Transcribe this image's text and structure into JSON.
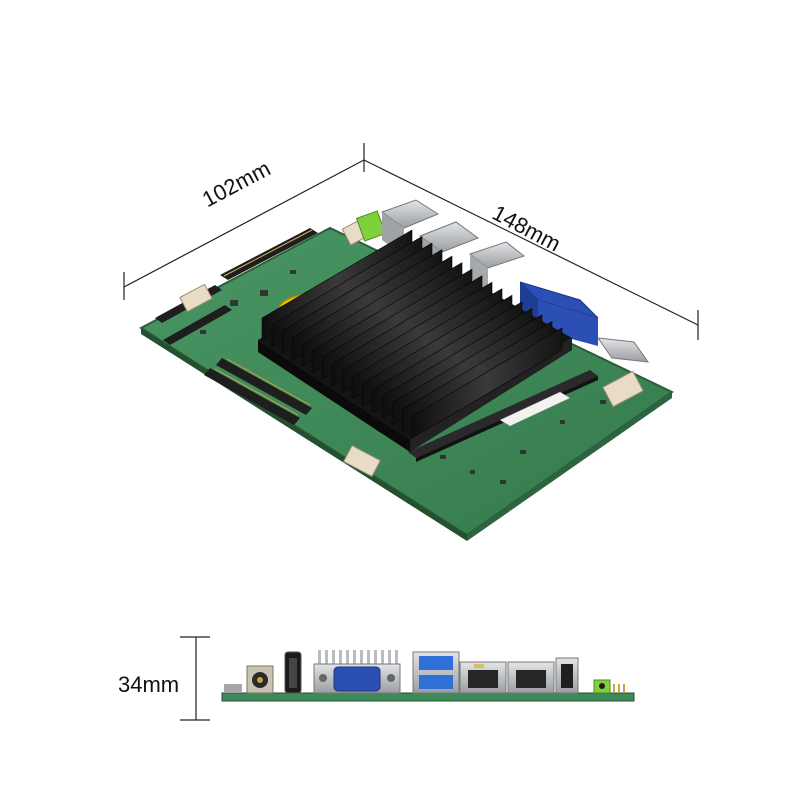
{
  "dimensions": {
    "width_label": "102mm",
    "length_label": "148mm",
    "height_label": "34mm"
  },
  "colors": {
    "pcb_green": "#3f8a5a",
    "heatsink_black": "#1c1c1c",
    "vga_blue": "#2c4fb5",
    "usb3_blue": "#2e6fd8",
    "battery_yellow": "#f2c500",
    "audio_green": "#7fd13b",
    "connector_beige": "#e9dcc7",
    "metal_silver": "#b9bcbf"
  }
}
